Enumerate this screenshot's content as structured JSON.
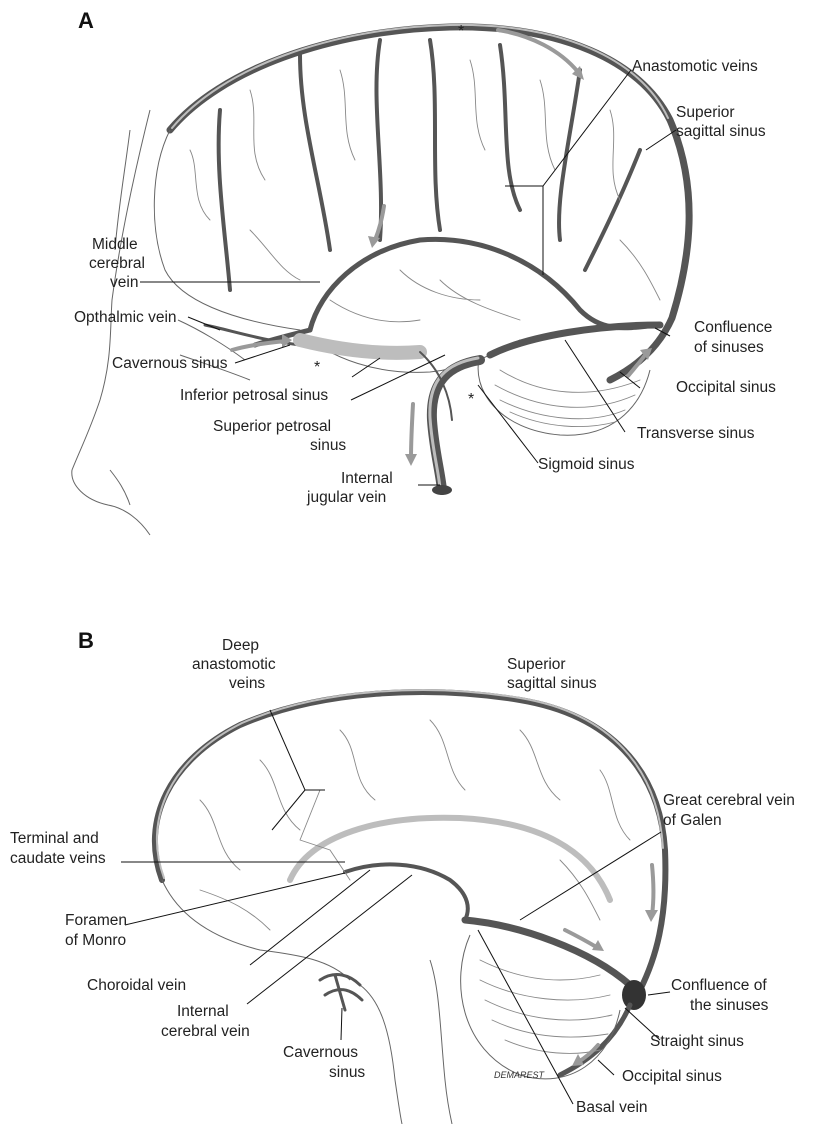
{
  "figure": {
    "panel_a": {
      "letter": "A",
      "labels": {
        "anastomotic_veins": "Anastomotic veins",
        "superior_sagittal_1": "Superior",
        "superior_sagittal_2": "sagittal sinus",
        "middle_cerebral_1": "Middle",
        "middle_cerebral_2": "cerebral",
        "middle_cerebral_3": "vein",
        "ophthalmic_vein": "Opthalmic vein",
        "cavernous_sinus": "Cavernous sinus",
        "inferior_petrosal": "Inferior petrosal sinus",
        "superior_petrosal_1": "Superior petrosal",
        "superior_petrosal_2": "sinus",
        "internal_jugular_1": "Internal",
        "internal_jugular_2": "jugular vein",
        "sigmoid_sinus": "Sigmoid sinus",
        "transverse_sinus": "Transverse sinus",
        "occipital_sinus": "Occipital sinus",
        "confluence_1": "Confluence",
        "confluence_2": "of sinuses"
      },
      "asterisk": "*"
    },
    "panel_b": {
      "letter": "B",
      "labels": {
        "deep_anastomotic_1": "Deep",
        "deep_anastomotic_2": "anastomotic",
        "deep_anastomotic_3": "veins",
        "superior_sagittal_1": "Superior",
        "superior_sagittal_2": "sagittal sinus",
        "great_cerebral_1": "Great cerebral vein",
        "great_cerebral_2": "of Galen",
        "terminal_caudate_1": "Terminal and",
        "terminal_caudate_2": "caudate veins",
        "foramen_1": "Foramen",
        "foramen_2": "of Monro",
        "choroidal_vein": "Choroidal vein",
        "internal_cerebral_1": "Internal",
        "internal_cerebral_2": "cerebral vein",
        "cavernous_1": "Cavernous",
        "cavernous_2": "sinus",
        "confluence_1": "Confluence of",
        "confluence_2": "the sinuses",
        "straight_sinus": "Straight sinus",
        "occipital_sinus": "Occipital sinus",
        "basal_vein": "Basal vein"
      },
      "signature": "DEMAREST"
    }
  }
}
